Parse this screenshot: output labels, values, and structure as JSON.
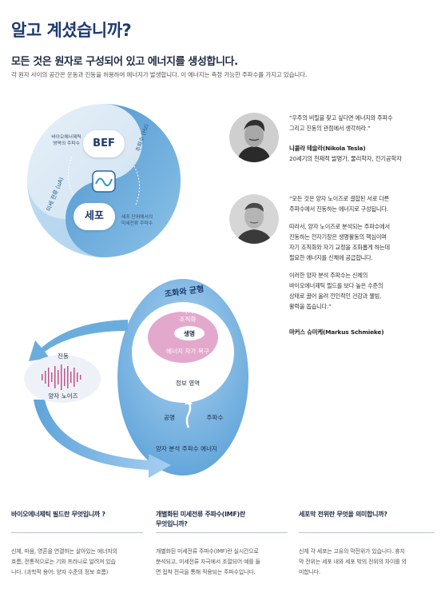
{
  "header": {
    "title": "알고 계셨습니까?",
    "subtitle": "모든 것은 원자로 구성되어 있고 에너지를 생성합니다.",
    "intro": "각 원자 사이의 공간은 운동과 진동을 허용하여 에너지가 발생합니다. 이 에너지는 측정 가능한 주파수를 가지고 있습니다."
  },
  "yinyang": {
    "bef_label": "BEF",
    "cell_label": "세포",
    "bef_caption": [
      "바이오에너제틱",
      "영역의 주파수"
    ],
    "cell_caption": [
      "세포 단위에서의",
      "미세전류 주파수"
    ],
    "right_arc_label": "주파수 (Hz)",
    "left_arc_label": "미세 전류 (uA)",
    "colors": {
      "light": "#d6e8f5",
      "dark": "#6aaad8",
      "ring": "#ffffff"
    }
  },
  "quotes": [
    {
      "text": [
        "“우주의 비밀을 찾고 싶다면 에너지와 주파수",
        "그리고 진동의 관점에서 생각하라.”"
      ],
      "author": "니콜라 테슬라(Nikola Tesla)",
      "role": "20세기의 천재적 발명가, 물리학자, 전기공학자"
    },
    {
      "paragraphs": [
        [
          "“모든 것은 양자 노이즈로 결합된 서로 다른",
          "주파수에서 진동하는 에너지로 구성됩니다."
        ],
        [
          "따라서, 양자 노이즈로 분석되는 주파수에서",
          "진동하는 전자기장은 생명활동의 핵심이며",
          "자기 조직화와 자기 교정을 조화롭게 하는데",
          "필요한 에너지를 신체에 공급합니다."
        ],
        [
          "이러한 양자 분석 주파수는 신체의",
          "바이오에너제틱 필드를 보다 높은 수준의",
          "상태로 끌어 올려 전인적인 건강과 웰빙,",
          "활력을 돕습니다.”"
        ]
      ],
      "author": "마커스 슈미케(Markus Schmieke)"
    }
  ],
  "diagram": {
    "outer_title": "조화와 균형",
    "inner_top": [
      "자기",
      "조직화"
    ],
    "core": "생명",
    "inner_bottom": "에너지 자가 복구",
    "info_area": "정보 영역",
    "resonance": "공명",
    "frequency": "주파수",
    "base": "양자 분석 주파수 에너지",
    "vibration": "진동",
    "quantum_noise": "양자 노이즈"
  },
  "columns": [
    {
      "heading": [
        "바이오에너제틱 필드란 무엇입니까 ?"
      ],
      "body": [
        "신체, 마음, 영혼을 연결하는 살아있는 에너지의",
        "흐름, 전통적으로는 기와 프라나로 알려져 있습",
        "니다. (과학적 용어: 양자 수준의 정보 흐름)"
      ]
    },
    {
      "heading": [
        "개별화된 미세전류 주파수(IMF)란",
        "무엇입니까?"
      ],
      "body": [
        "개별화된 미세전류 주파수(IMF)란 실시간으로",
        "분석되고, 미세전류 자극에서 조절되어 예를 들",
        "면 접착 전극을 통해 적용되는 주파수입니다."
      ]
    },
    {
      "heading": [
        "세포막 전위란 무엇을 의미합니까?"
      ],
      "body": [
        "신체 각 세포는 고유의 막전위가 있습니다. 휴지",
        "막 전위는 세포 내와 세포 밖의 전위의 차이를 의",
        "미합니다."
      ]
    }
  ]
}
